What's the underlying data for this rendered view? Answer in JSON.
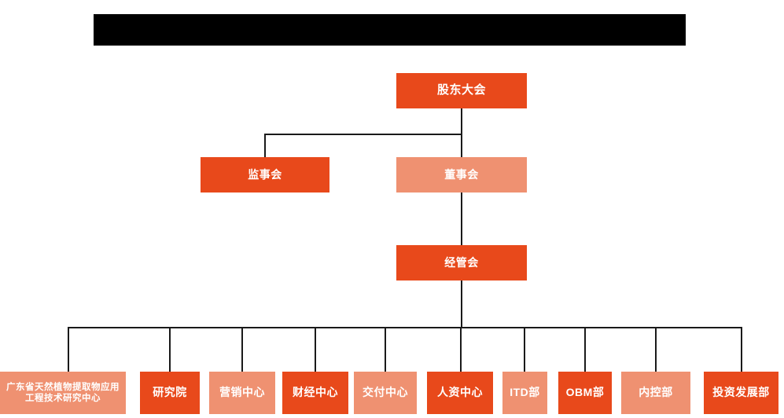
{
  "page": {
    "title_bar": {
      "name": "redacted-title-bar",
      "content": "",
      "color": "#000000"
    },
    "colors": {
      "primary": "#E8491B",
      "secondary": "#EF9171",
      "connector": "#1a1a1a",
      "background": "#ffffff",
      "text": "#ffffff"
    }
  },
  "nodes": {
    "shareholders_meeting": {
      "label": "股东大会",
      "tone": "primary"
    },
    "board_of_supervisors": {
      "label": "监事会",
      "tone": "primary"
    },
    "board_of_directors": {
      "label": "董事会",
      "tone": "secondary"
    },
    "management_committee": {
      "label": "经管会",
      "tone": "primary"
    }
  },
  "departments": [
    {
      "label": "广东省天然植物提取物应用工程技术研究中心",
      "tone": "secondary"
    },
    {
      "label": "研究院",
      "tone": "primary"
    },
    {
      "label": "营销中心",
      "tone": "secondary"
    },
    {
      "label": "财经中心",
      "tone": "primary"
    },
    {
      "label": "交付中心",
      "tone": "secondary"
    },
    {
      "label": "人资中心",
      "tone": "primary"
    },
    {
      "label": "ITD部",
      "tone": "secondary"
    },
    {
      "label": "OBM部",
      "tone": "primary"
    },
    {
      "label": "内控部",
      "tone": "secondary"
    },
    {
      "label": "投资发展部",
      "tone": "primary"
    }
  ]
}
